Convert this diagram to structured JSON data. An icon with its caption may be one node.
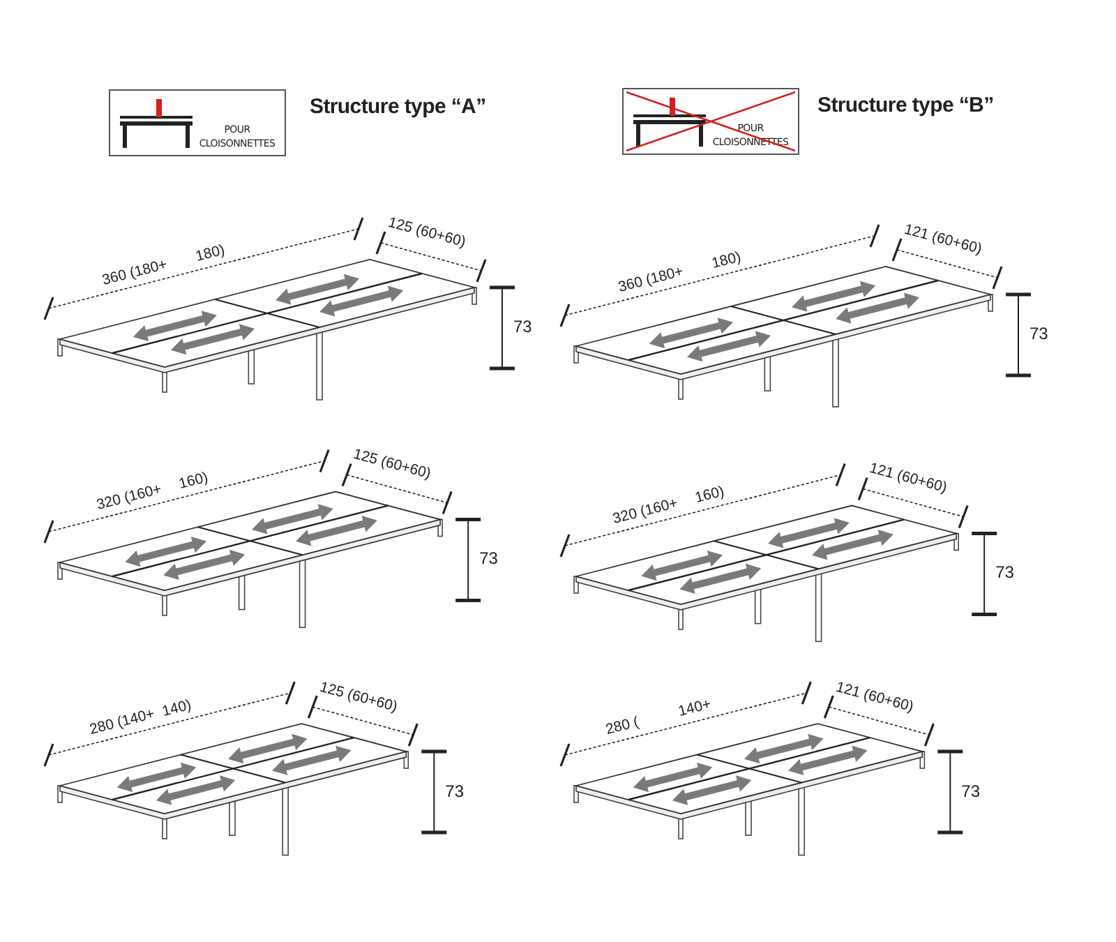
{
  "diagram": {
    "nodes": [
      {
        "text": [
          "POUR CLOISONNETTES"
        ],
        "beside": [
          "Structure type “A”"
        ]
      },
      {
        "text": [
          "POUR CLOISONNETTES"
        ],
        "beside": [
          "Structure type “B”"
        ]
      }
    ],
    "labels": [
      "360 (180+",
      "180)",
      "125 (60+60)",
      "73",
      "360 (180+",
      "180)",
      "121 (60+60)",
      "73",
      "320 (160+",
      "160)",
      "125 (60+60)",
      "73",
      "320 (160+",
      "160)",
      "121 (60+60)",
      "73",
      "280 (140+",
      "140)",
      "125 (60+60)",
      "73",
      "280 (",
      "140+",
      "121 (60+60)",
      "73"
    ]
  }
}
